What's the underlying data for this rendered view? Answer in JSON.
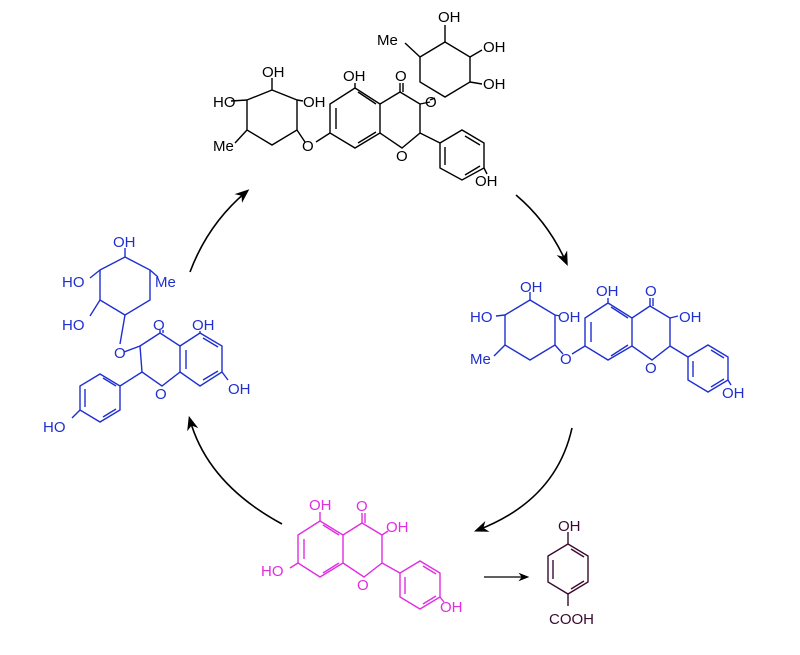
{
  "colors": {
    "top": "#000000",
    "right": "#1f2fd0",
    "left": "#1f2fd0",
    "bottom": "#e02ee0",
    "acid": "#3a0a30",
    "arrow": "#000000"
  },
  "labels": {
    "top": {
      "ho1": "HO",
      "oh1": "OH",
      "oh2": "OH",
      "me": "Me",
      "o_link": "O",
      "oh5": "OH",
      "c_o": "O",
      "o_ring": "O",
      "o_3": "O",
      "oh_ar": "OH",
      "s_oh1": "OH",
      "s_oh2": "OH",
      "s_oh3": "OH",
      "s_me": "Me"
    },
    "right": {
      "ho1": "HO",
      "oh1": "OH",
      "oh2": "OH",
      "me": "Me",
      "o_link": "O",
      "oh5": "OH",
      "c_o": "O",
      "oh3": "OH",
      "o_ring": "O",
      "oh_ar": "OH"
    },
    "left": {
      "oh_top": "OH",
      "ho1": "HO",
      "ho2": "HO",
      "me": "Me",
      "o_3": "O",
      "c_o": "O",
      "oh5": "OH",
      "o_ring": "O",
      "oh7": "OH",
      "ho_ar": "HO"
    },
    "bottom": {
      "oh5": "OH",
      "c_o": "O",
      "oh3": "OH",
      "ho7": "HO",
      "o_ring": "O",
      "oh_ar": "OH"
    },
    "acid": {
      "oh": "OH",
      "cooh": "COOH"
    }
  }
}
